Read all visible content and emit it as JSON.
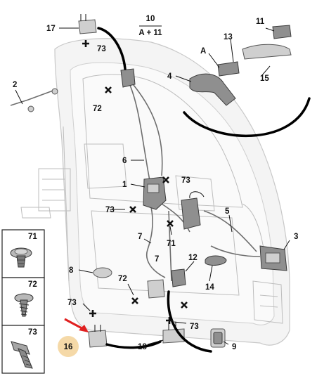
{
  "callouts": {
    "c1": "1",
    "c2": "2",
    "c3": "3",
    "c4": "4",
    "c5": "5",
    "c6": "6",
    "c7a": "7",
    "c7b": "7",
    "c8": "8",
    "c9": "9",
    "c10": "10",
    "c10sub": "A + 11",
    "c11": "11",
    "c12": "12",
    "c13": "13",
    "c14": "14",
    "c15": "15",
    "c16": "16",
    "c17": "17",
    "c18": "18",
    "c71": "71",
    "c72a": "72",
    "c72b": "72",
    "c73a": "73",
    "c73b": "73",
    "c73c": "73",
    "c73d": "73",
    "c73e": "73",
    "cA": "A"
  },
  "legend": [
    {
      "number": "71",
      "icon": "push-clip-icon"
    },
    {
      "number": "72",
      "icon": "plastic-screw-icon"
    },
    {
      "number": "73",
      "icon": "bolt-icon"
    }
  ],
  "colors": {
    "highlight_circle": "#f5d9a8",
    "pointer_arrow": "#e02020",
    "line": "#111111",
    "door_fill": "#f4f4f4"
  },
  "icons": {
    "cross_marker": "plus-marker-icon",
    "x_marker": "cross-marker-icon"
  }
}
